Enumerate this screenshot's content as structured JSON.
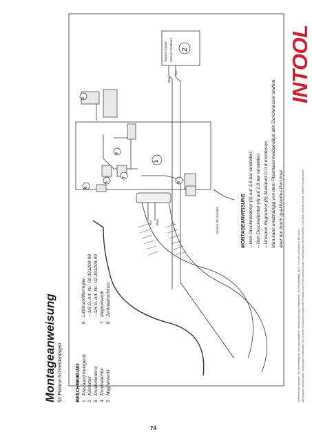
{
  "brand": {
    "logo_text": "INTOOL",
    "accent": "#cc1f2f"
  },
  "header": {
    "title": "Montageanweisung",
    "subtitle": "für Plasma-Schneidanlagen"
  },
  "diagram": {
    "callouts": [
      "1",
      "2",
      "3",
      "4",
      "5",
      "6",
      "7",
      "8"
    ],
    "box2_labels": {
      "water_in": "Wasser-Zulauf",
      "water_out": "Wasser-Rücklauf"
    },
    "hose_labels": {
      "blue": "Blau",
      "red": "Rot"
    },
    "torch_wire_labels": {
      "red": "Rot",
      "blue": "Blau"
    },
    "plug_label": "Stecker für Schalter"
  },
  "description": {
    "heading": "BESCHREIBUNG",
    "items": [
      {
        "num": "1",
        "text": "Plasmaschneidgerät"
      },
      {
        "num": "2",
        "text": "Kühlerteil"
      },
      {
        "num": "3",
        "text": "Druckminderer"
      },
      {
        "num": "4",
        "text": "Druckwächter"
      },
      {
        "num": "5",
        "text": "Magnetventil"
      },
      {
        "num": "6",
        "text": "Luftdruckfilterregler"
      },
      {
        "num": "",
        "text": "– 1/8 G, Art.-Nr.: 02-191200-98"
      },
      {
        "num": "",
        "text": "– 1/4 G, Art.-Nr.: 02-191200-99"
      },
      {
        "num": "7",
        "text": "Magnetventil"
      },
      {
        "num": "8",
        "text": "Zentralanschluss"
      }
    ]
  },
  "instructions": {
    "heading": "MONTAGEANWEISUNG",
    "lines": [
      "–  Den Druckminderer (3) auf 3,5 bar einstellen.",
      "–  Den Druckwächter (4) auf 2,8 bar einstellen.",
      "–  Unseren Begrenzer (8) Standard O 0,6 montieren.",
      "    Man kann unabhängig von dem Plasmaschneidgerätyp den Durchmesser ändern;",
      "    aber nur durch qualifiziertes Personal."
    ]
  },
  "footer": {
    "line1": "Urheberrechte beachten. Die Vervielfältigung, auch auszugsweise, insbesondere das Fotokopieren, ist nicht gestattet (§§ 53, 54 UrhG und Artikel 6, KE UrhG).",
    "line2": "Alle Angaben unverbindlich. Änderungen vorbehalten. Die in dieser Druckschrift angeführten Produkt- und Firmen-bezeichnungen sind Eigentum des Herstellers. © INTOOL Vertriebs GmbH, 49808 Herzogenbusch"
  },
  "page_number": "74"
}
